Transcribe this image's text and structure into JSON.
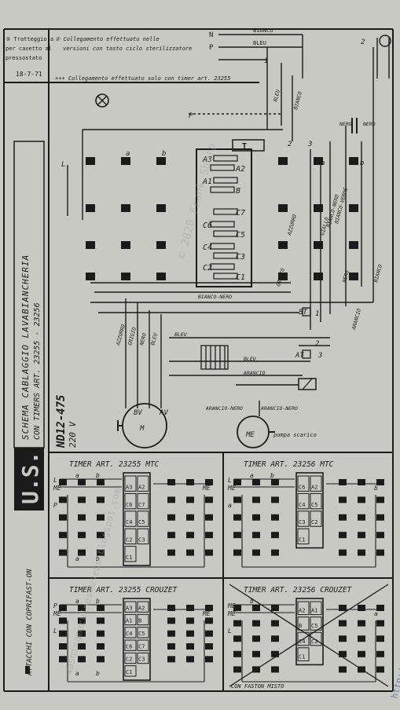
{
  "notes": {
    "line1": "③ Tratteggio a",
    "line2": "per cavetto al",
    "line3": "pressostato",
    "date": "18-7-71",
    "note1_a": "② Collegamento effettuato nelle",
    "note1_b": "versioni con tasto ciclo sterilizzatore",
    "note2": "+++ Collegamento effettuato solo con timer art. 23255"
  },
  "title_block": {
    "title": "SCHEMA CABLAGGIO LAVABIANCHERIA",
    "timers": "CON TIMERS ART. 23255 - 23256",
    "brand": "U.S.",
    "model": "ND12-475",
    "voltage": "220 V",
    "attach": "ATTACCHI CON COPRIFAST-ON"
  },
  "main": {
    "mains": [
      "N",
      "P"
    ],
    "wires_top": [
      "BIANCO",
      "BLEU"
    ],
    "wire_labels": [
      "BLEU",
      "BIANCO",
      "NERO",
      "NERO",
      "AZZURRO",
      "GRIGIO",
      "GIALLO",
      "BIANCO-NERO",
      "BIANCO-VERDE",
      "NERO",
      "BIANCO",
      "BIANCO-NERO",
      "ARANCIO",
      "AZZURRO",
      "GRIGIO",
      "NERO",
      "BLEU",
      "BLEU",
      "BLEU",
      "ARANCIO",
      "ARANCIO-NERO",
      "ARANCIO-NERO"
    ],
    "timer_T": "T",
    "cams": [
      "A3",
      "A2",
      "A1",
      "B",
      "C7",
      "C6",
      "C5",
      "C4",
      "C3",
      "C2",
      "C1"
    ],
    "terms": [
      "a",
      "b",
      "a",
      "b",
      "L",
      "P",
      "BT",
      "AT",
      "M",
      "ME",
      "BV",
      "AV",
      "pompa scarico",
      "1",
      "2",
      "3",
      "1",
      "2",
      "3",
      "2"
    ]
  },
  "panels": [
    {
      "title": "TIMER ART. 23255 MTC",
      "cams": [
        "A3",
        "A2",
        "C6",
        "C7",
        "C4",
        "C5",
        "C2",
        "C3",
        "C1"
      ],
      "labels": [
        "L",
        "ME",
        "P",
        "ME",
        "a",
        "b",
        "a",
        "b"
      ]
    },
    {
      "title": "TIMER ART. 23256 MTC",
      "cams": [
        "C6",
        "A2",
        "C4",
        "C5",
        "C3",
        "C2",
        "C1"
      ],
      "labels": [
        "L",
        "ME",
        "a",
        "b",
        "a",
        "b"
      ]
    },
    {
      "title": "TIMER ART. 23255 CROUZET",
      "cams": [
        "A3",
        "A2",
        "A1",
        "B",
        "C4",
        "C5",
        "C6",
        "C7",
        "C2",
        "C3",
        "C1"
      ],
      "labels": [
        "P",
        "ME",
        "L",
        "ME",
        "a",
        "b",
        "a",
        "b"
      ]
    },
    {
      "title": "TIMER ART. 23256 CROUZET",
      "cams": [
        "A2",
        "A1",
        "B",
        "C5",
        "C4",
        "C3",
        "C1"
      ],
      "labels": [
        "ME",
        "ME",
        "L",
        "a",
        "b"
      ],
      "note": "CON FASTON MISTO"
    }
  ],
  "watermarks": [
    "http://washingmachinesmuseum.blogspot.com",
    "washingmachinesmuseum.blogspot.com",
    "© 2020 Frank Sharp"
  ]
}
